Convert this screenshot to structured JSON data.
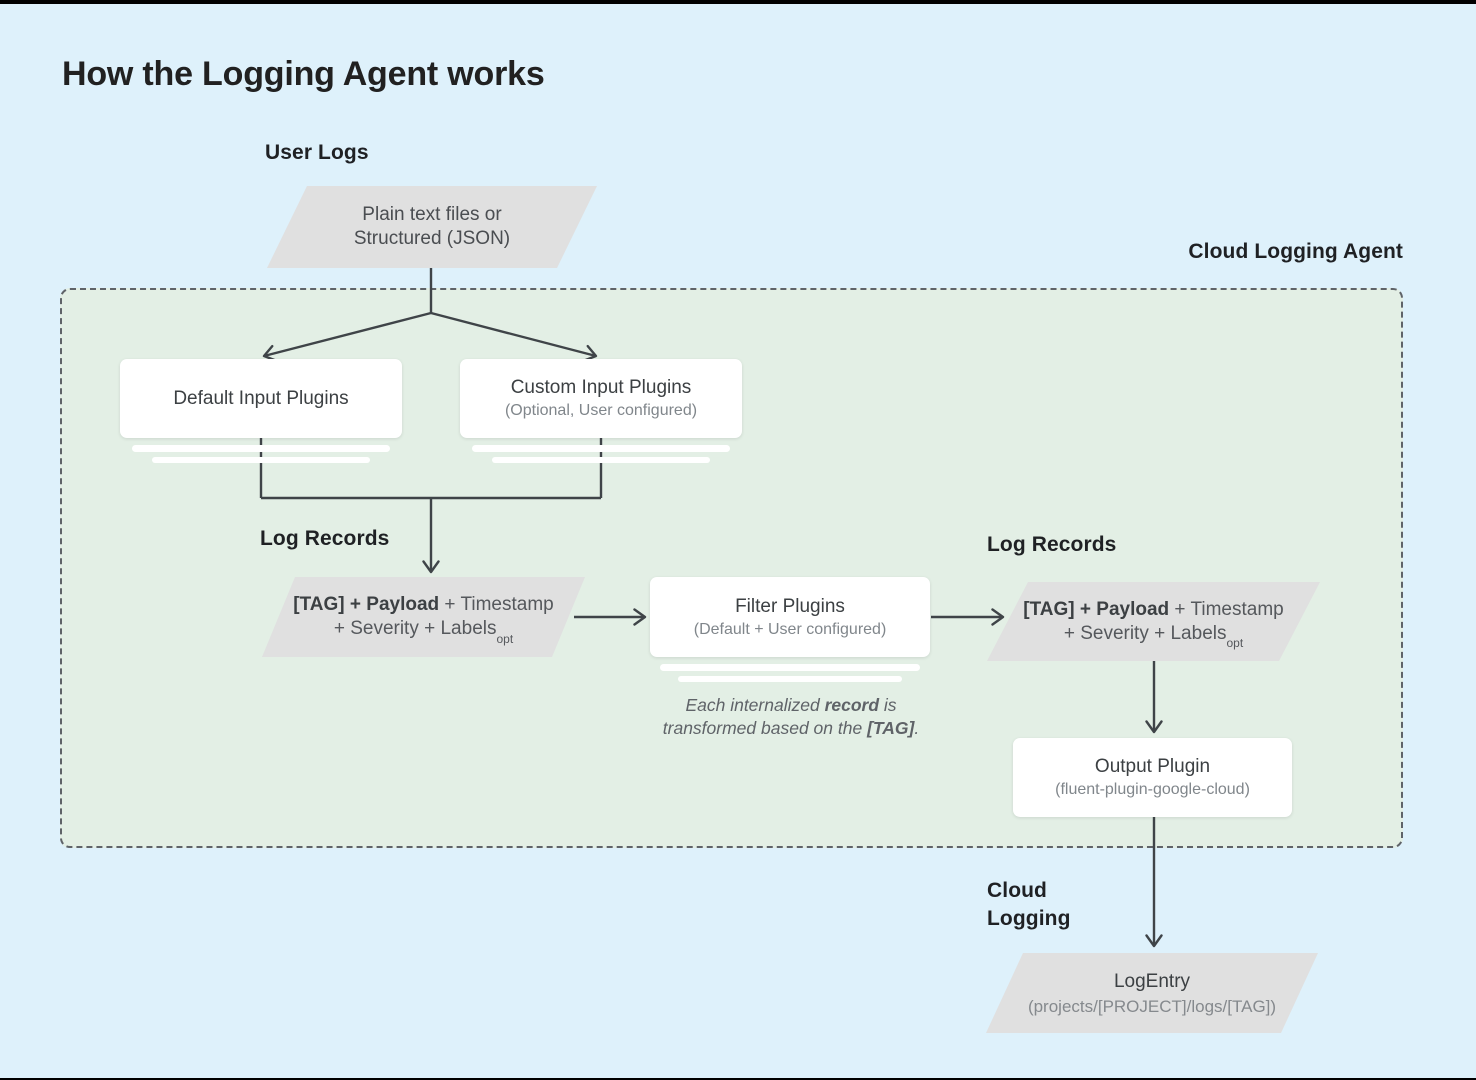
{
  "title": "How the Logging Agent works",
  "labels": {
    "user_logs": "User Logs",
    "cloud_logging_agent": "Cloud Logging Agent",
    "log_records_left": "Log Records",
    "log_records_right": "Log Records",
    "cloud_logging": {
      "line1": "Cloud",
      "line2": "Logging"
    }
  },
  "nodes": {
    "user_input": {
      "line1": "Plain text files or",
      "line2": "Structured (JSON)"
    },
    "default_input_plugins": {
      "title": "Default Input Plugins"
    },
    "custom_input_plugins": {
      "title": "Custom Input Plugins",
      "subtitle": "(Optional, User configured)"
    },
    "filter_plugins": {
      "title": "Filter Plugins",
      "subtitle": "(Default + User configured)"
    },
    "output_plugin": {
      "title": "Output Plugin",
      "subtitle": "(fluent-plugin-google-cloud)"
    },
    "log_entry": {
      "title": "LogEntry",
      "subtitle": "(projects/[PROJECT]/logs/[TAG])"
    },
    "log_record_left": {
      "bold": "[TAG] + Payload",
      "rest": " + Timestamp",
      "line2": "+ Severity + Labels",
      "subscript": "opt"
    },
    "log_record_right": {
      "bold": "[TAG] + Payload",
      "rest": " + Timestamp",
      "line2": "+ Severity + Labels",
      "subscript": "opt"
    }
  },
  "note": {
    "line1_pre": "Each internalized ",
    "line1_bold": "record",
    "line1_post": " is",
    "line2_pre": "transformed based on the ",
    "line2_bold": "[TAG]",
    "line2_post": "."
  },
  "colors": {
    "background": "#def1fb",
    "agent_panel": "#e3efe5",
    "shape_gray": "#e0e0e0",
    "node_white": "#ffffff",
    "line": "#3f4448",
    "dash_border": "#5f6368",
    "text_dark": "#202124",
    "text_gray": "#80868b"
  }
}
